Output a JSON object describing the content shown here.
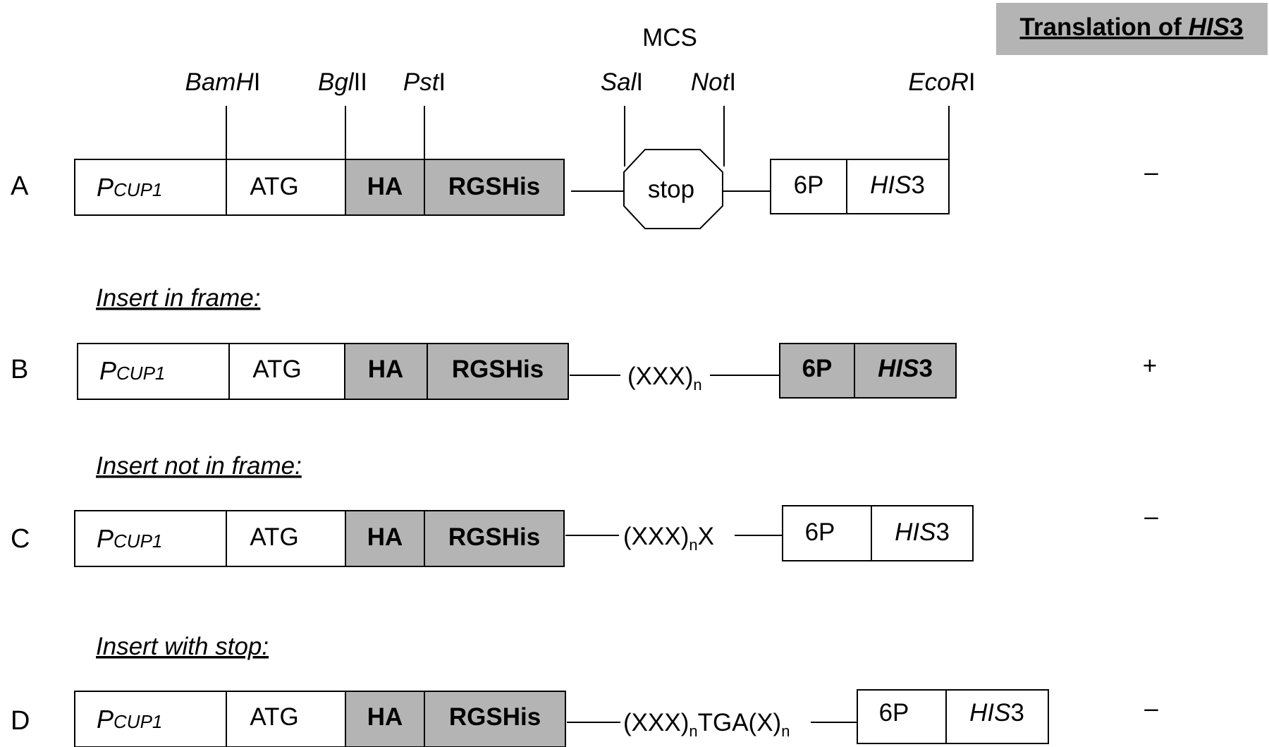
{
  "header": {
    "title_prefix": "Translation of ",
    "title_gene": "HIS",
    "title_suffix": "3"
  },
  "mcs_label": "MCS",
  "restriction_sites": [
    {
      "italic": "BamH",
      "roman": "I"
    },
    {
      "italic": "Bgl",
      "roman": "II"
    },
    {
      "italic": "Pst",
      "roman": "I"
    },
    {
      "italic": "Sal",
      "roman": "I"
    },
    {
      "italic": "Not",
      "roman": "I"
    },
    {
      "italic": "EcoR",
      "roman": "I"
    }
  ],
  "boxes": {
    "promoter_main": "P",
    "promoter_sub": "CUP1",
    "atg": "ATG",
    "ha": "HA",
    "rgshis": "RGSHis",
    "stop": "stop",
    "six_p": "6P",
    "his_italic": "HIS",
    "his_num": "3"
  },
  "rows": [
    {
      "letter": "A",
      "subtitle": "",
      "result": "–"
    },
    {
      "letter": "B",
      "subtitle": "Insert in frame:",
      "result": "+"
    },
    {
      "letter": "C",
      "subtitle": "Insert not in frame:",
      "result": "–"
    },
    {
      "letter": "D",
      "subtitle": "Insert with stop:",
      "result": "–"
    }
  ],
  "inserts": {
    "b_main": "(XXX)",
    "b_sub": "n",
    "c_main": "(XXX)",
    "c_sub": "n",
    "c_tail": "X",
    "d_main": "(XXX)",
    "d_sub1": "n",
    "d_mid": "TGA(X)",
    "d_sub2": "n"
  },
  "colors": {
    "gray_fill": "#b4b4b4",
    "outline": "#000000",
    "background": "#ffffff"
  }
}
